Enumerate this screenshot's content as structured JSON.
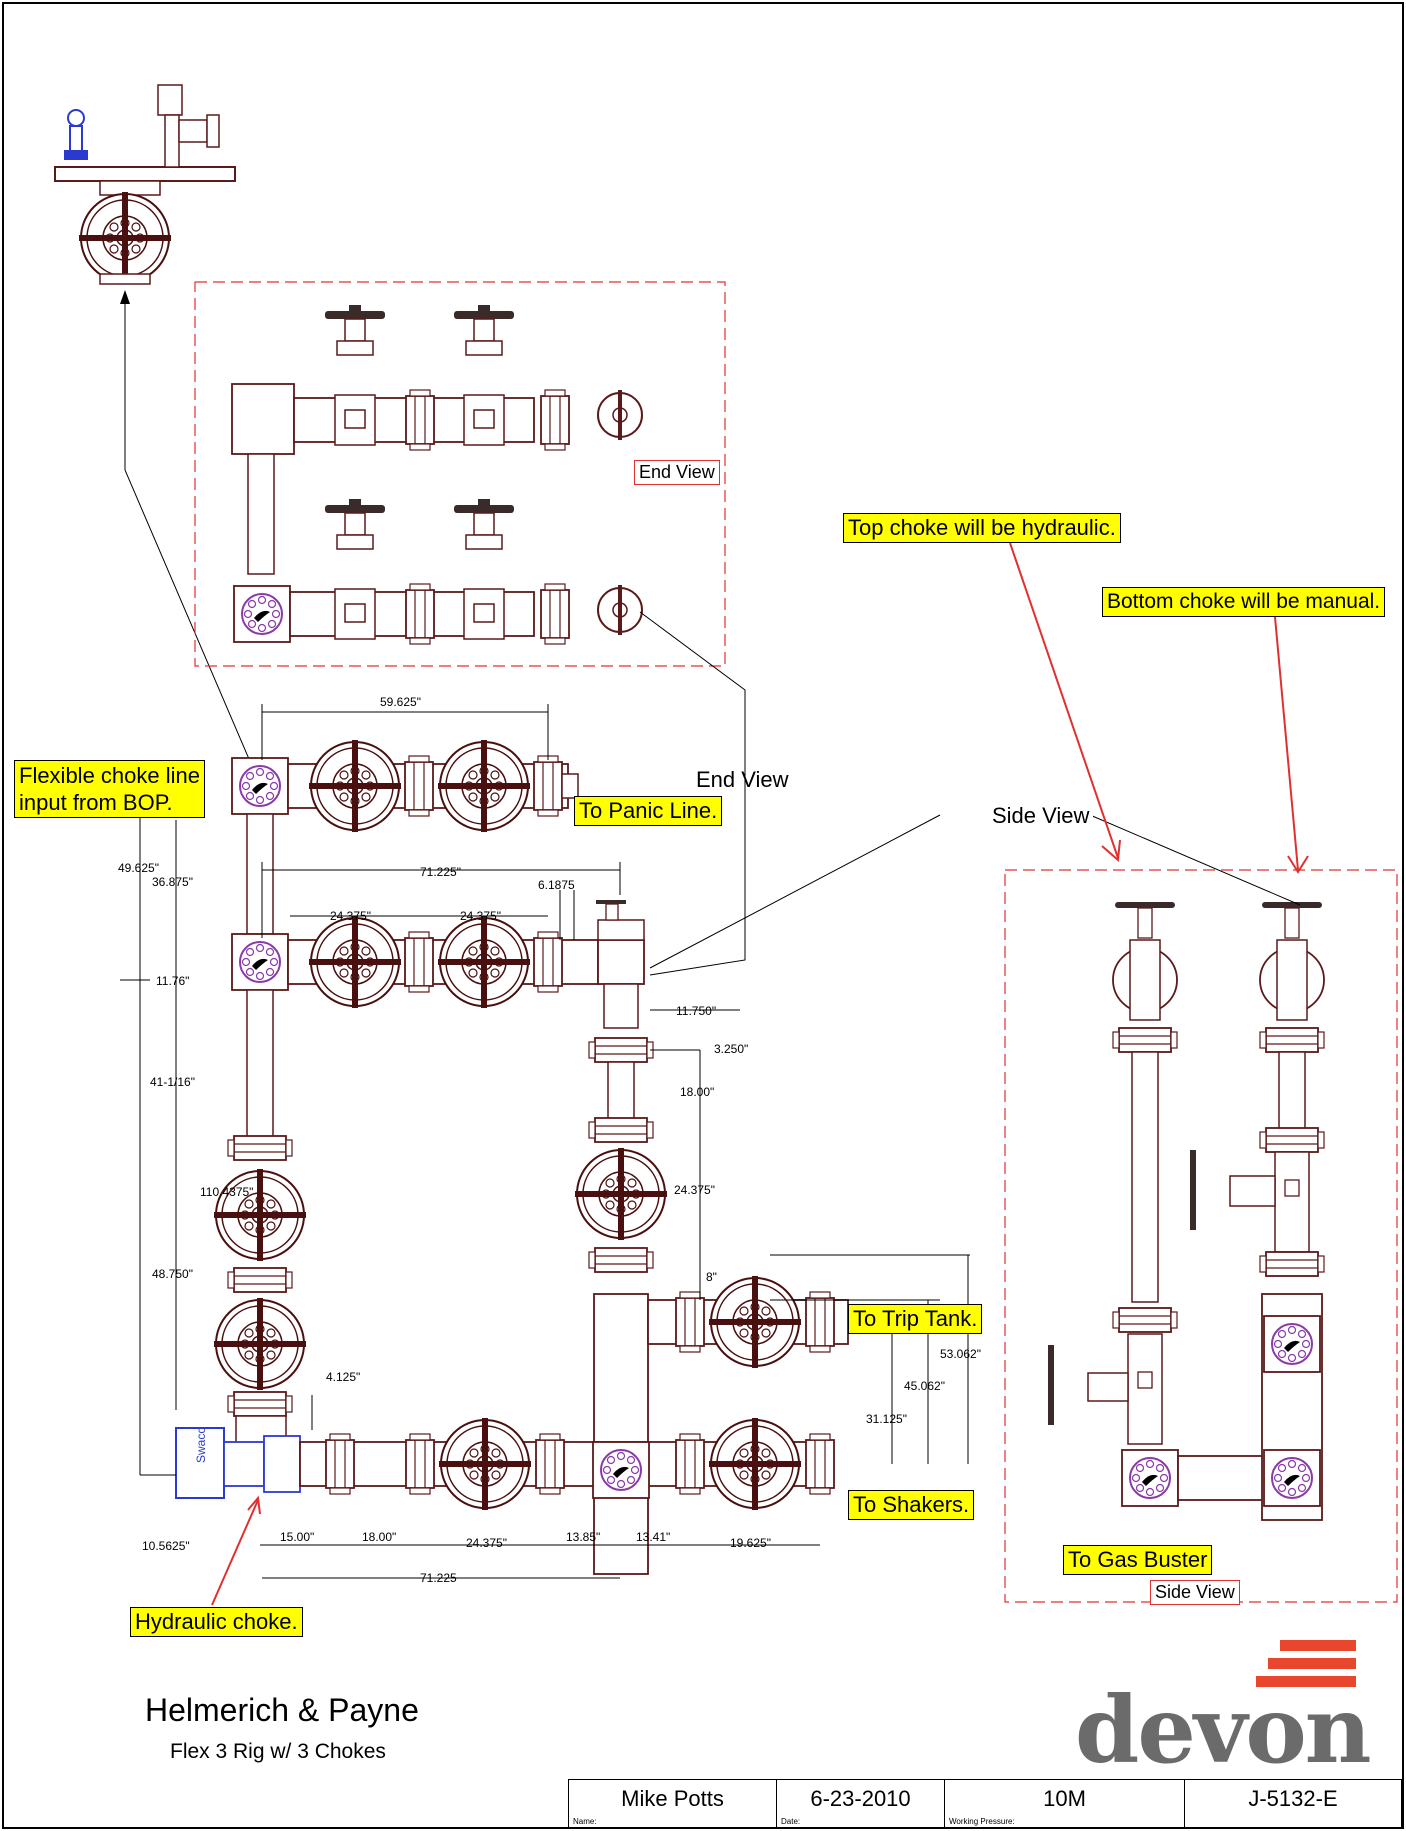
{
  "callouts": {
    "flexible": "Flexible choke line\ninput from BOP.",
    "panic": "To Panic Line.",
    "top_choke": "Top choke will be hydraulic.",
    "bottom_choke": "Bottom choke will be manual.",
    "trip_tank": "To Trip Tank.",
    "shakers": "To Shakers.",
    "gas_buster": "To Gas Buster",
    "hydraulic": "Hydraulic choke."
  },
  "views": {
    "end_view_box": "End View",
    "end_view": "End View",
    "side_view": "Side View",
    "side_view_box": "Side View"
  },
  "dimensions": {
    "d1": "59.625\"",
    "d2": "71.225\"",
    "d3": "6.1875",
    "d4": "24.375\"",
    "d5": "24.375\"",
    "d6": "49.625\"",
    "d7": "36.875\"",
    "d8": "11.76\"",
    "d9": "41-1/16\"",
    "d10": "110.4375\"",
    "d11": "48.750\"",
    "d12": "4.125\"",
    "d13": "10.5625\"",
    "d14": "11.750\"",
    "d15": "3.250\"",
    "d16": "18.00\"",
    "d17": "24.375\"",
    "d18": "8\"",
    "d19": "53.062\"",
    "d20": "45.062\"",
    "d21": "31.125\"",
    "d22": "15.00\"",
    "d23": "18.00\"",
    "d24": "24.375\"",
    "d25": "13.85\"",
    "d26": "13.41\"",
    "d27": "19.625\"",
    "d28": "71.225"
  },
  "swaco": "Swaco",
  "title": {
    "company": "Helmerich & Payne",
    "subtitle": "Flex 3 Rig w/ 3 Chokes",
    "logo": "devon"
  },
  "titleblock": {
    "name_label": "Name:",
    "name": "Mike Potts",
    "date_label": "Date:",
    "date": "6-23-2010",
    "wp_label": "Working Pressure:",
    "wp": "10M",
    "job": "J-5132-E"
  },
  "colors": {
    "pipe": "#5a1a1a",
    "valve": "#4a0f0f",
    "choke": "#8a3aa8",
    "hydraulic": "#2a3ad0",
    "red_line": "#e03030",
    "callout_bg": "#ffff00"
  }
}
